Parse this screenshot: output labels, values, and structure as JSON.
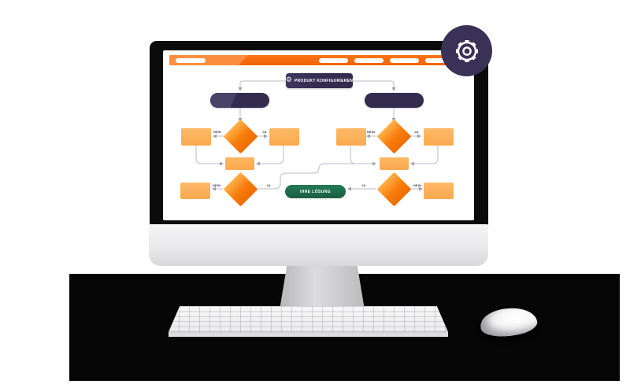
{
  "illustration": {
    "flowchart": {
      "title": "PRODUKT KONFIGURIEREN",
      "title_icon": "⚙",
      "yes": "JA",
      "no": "NEIN",
      "solution": "IHRE LÖSUNG"
    },
    "badge": {
      "icon": "gear"
    },
    "colors": {
      "topbar_orange": "#F26406",
      "topbar_orange_light": "#FB8D3F",
      "node_orange": "#FBA94E",
      "diamond_gradient_start": "#FFB24A",
      "diamond_gradient_end": "#EF6C00",
      "navy": "#332C4F",
      "navy_light": "#4A4368",
      "badge_navy": "#3A3156",
      "solution_green": "#1D6B4A",
      "connector_gray": "#B9BDC7"
    }
  }
}
